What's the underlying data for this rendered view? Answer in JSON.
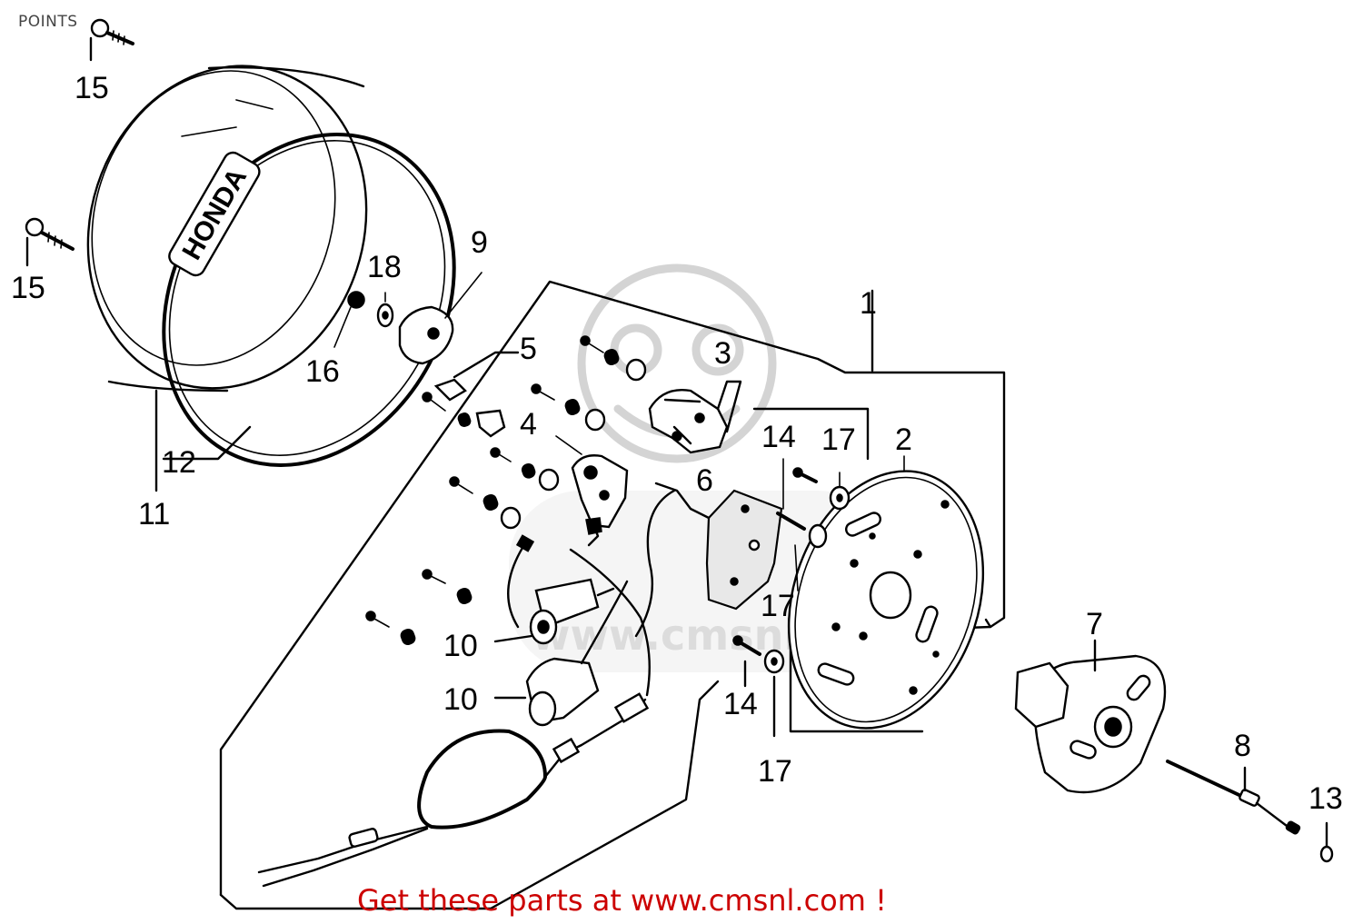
{
  "page": {
    "title": "POINTS"
  },
  "footer": {
    "cta": "Get these parts at www.cmsnl.com !",
    "cta_color": "#cc0000"
  },
  "watermark": {
    "text": "www.cmsnl.com",
    "color": "#d4d4d4"
  },
  "cover_logo": {
    "text": "HONDA"
  },
  "callouts": {
    "c1": "1",
    "c2": "2",
    "c3": "3",
    "c4": "4",
    "c5": "5",
    "c6": "6",
    "c7": "7",
    "c8": "8",
    "c9": "9",
    "c10a": "10",
    "c10b": "10",
    "c11": "11",
    "c12": "12",
    "c13": "13",
    "c14a": "14",
    "c14b": "14",
    "c15a": "15",
    "c15b": "15",
    "c16": "16",
    "c17a": "17",
    "c17b": "17",
    "c17c": "17",
    "c18": "18"
  }
}
